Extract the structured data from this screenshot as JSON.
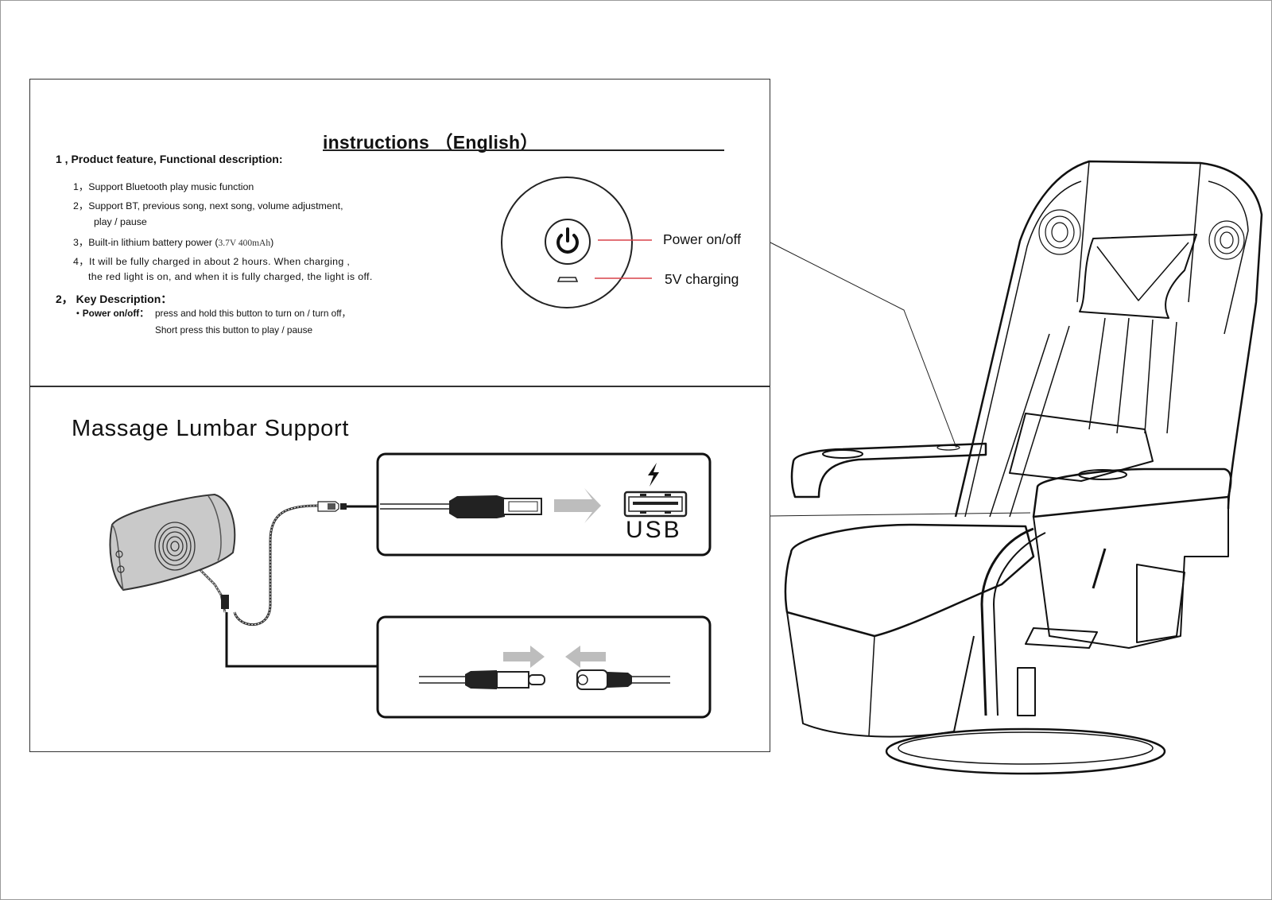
{
  "title": "instructions （English）",
  "section1": {
    "heading": "1 , Product feature, Functional description:",
    "items": [
      "1，Support Bluetooth play music function",
      "2，Support BT, previous song, next song, volume adjustment,",
      "play / pause",
      "3，Built-in lithium battery power (",
      "3.7V 400mAh",
      ")",
      "4，It will be fully charged in about 2 hours. When charging ,",
      "the red light is on, and when it is fully charged, the light is off."
    ]
  },
  "section2": {
    "heading": "2，  Key Description：",
    "key_label": "・Power on/off：",
    "key_line1": "press and hold this button to turn on / turn off，",
    "key_line2": "Short press this button to play / pause"
  },
  "callouts": {
    "power": "Power on/off",
    "charging": "5V charging"
  },
  "diagram": {
    "heading": "Massage Lumbar Support",
    "usb_label": "USB",
    "accent_red": "#d9424a",
    "arrow_gray": "#bdbdbd",
    "icons": [
      "power-icon",
      "micro-usb-port-icon",
      "lightning-bolt-icon",
      "usb-port-icon"
    ]
  }
}
